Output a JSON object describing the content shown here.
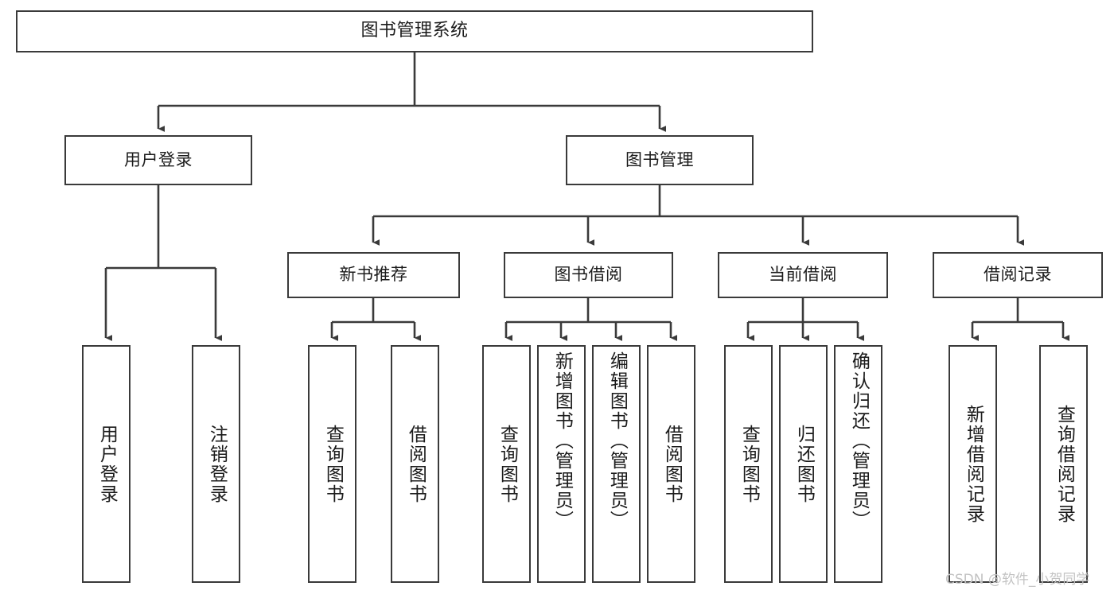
{
  "diagram": {
    "title": "图书管理系统",
    "type": "tree-hierarchy",
    "nodes": {
      "root": "图书管理系统",
      "level2": {
        "user_login": "用户登录",
        "book_manage": "图书管理"
      },
      "level3": {
        "new_book_rec": "新书推荐",
        "book_borrow": "图书借阅",
        "current_borrow": "当前借阅",
        "borrow_record": "借阅记录"
      },
      "leaves": {
        "user_login_children": [
          "用户登录",
          "注销登录"
        ],
        "new_book_rec_children": [
          "查询图书",
          "借阅图书"
        ],
        "book_borrow_children": [
          "查询图书",
          "新增图书（管理员）",
          "编辑图书（管理员）",
          "借阅图书"
        ],
        "current_borrow_children": [
          "查询图书",
          "归还图书",
          "确认归还（管理员）"
        ],
        "borrow_record_children": [
          "新增借阅记录",
          "查询借阅记录"
        ]
      }
    },
    "colors": {
      "border": "#3a3a3a",
      "text": "#1b1b1b",
      "background": "#ffffff",
      "watermark": "#c3c3c3"
    }
  },
  "watermark": {
    "text": "CSDN @软件_小贺同学"
  }
}
